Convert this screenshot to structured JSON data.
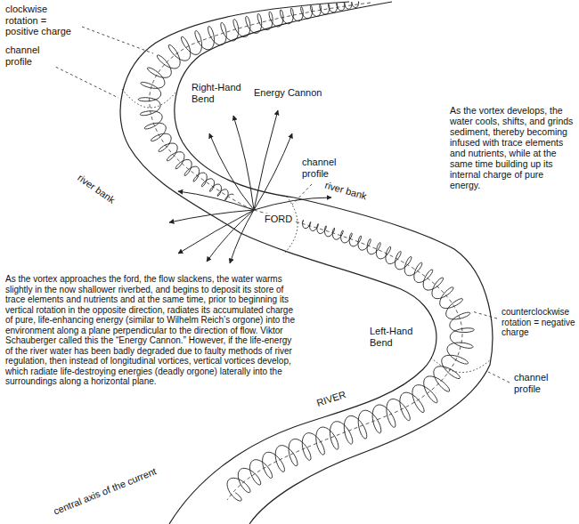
{
  "diagram": {
    "labels": [
      "clockwise rotation = positive charge",
      "channel profile",
      "Right-Hand Bend",
      "Energy Cannon",
      "channel profile",
      "river bank",
      "FORD",
      "river bank",
      "As the vortex develops, the water cools, shifts, and grinds sediment, thereby becoming infused with trace elements and nutrients, while at the same time building up its internal charge of pure energy.",
      "As the vortex approaches the ford, the flow slackens, the water warms slightly in the now shallower riverbed, and begins to deposit its store of trace elements and nutrients and at the same time, prior to beginning its vertical rotation in the opposite direction, radiates its accumulated charge of pure, life-enhancing energy (similar to Wilhelm Reich’s orgone) into the environment along a plane perpendicular to the direction of flow. Viktor Schauberger called this the “Energy Cannon.” However, if the life-energy of the river water has been badly degraded due to faulty methods of river regulation, then instead of longitudinal vortices, vertical vortices develop, which radiate life-destroying energies (deadly orgone) laterally into the surroundings along a horizontal plane.",
      "counterclockwise rotation = negative charge",
      "Left-Hand Bend",
      "channel profile",
      "RIVER",
      "central axis of the current"
    ]
  }
}
